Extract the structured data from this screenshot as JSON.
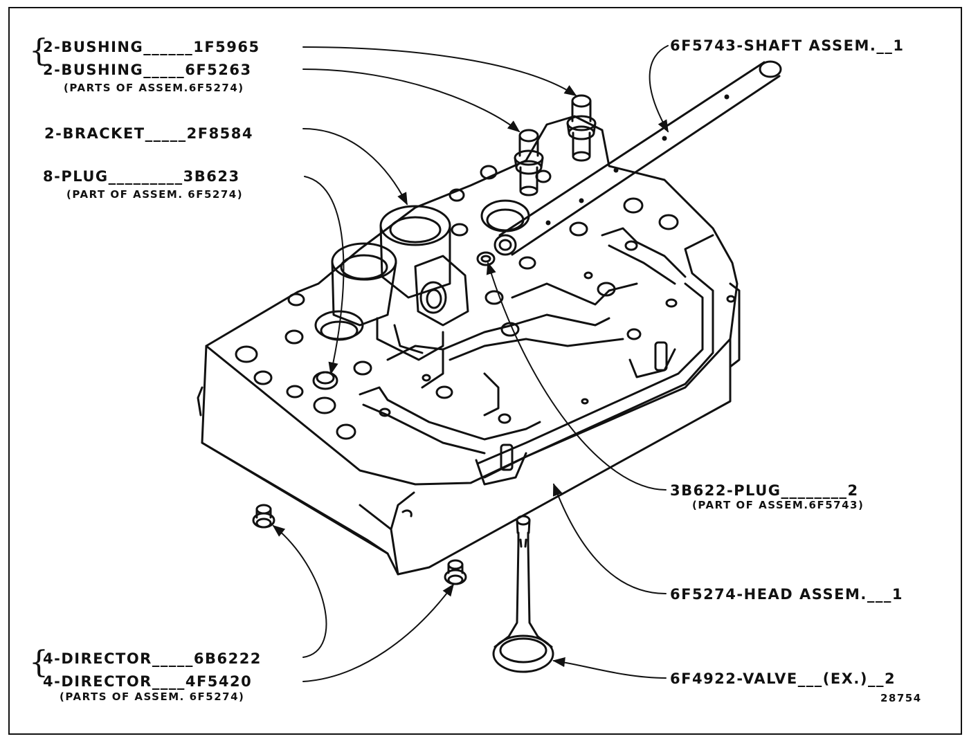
{
  "labels": {
    "bushing_1": "2-BUSHING______1F5965",
    "bushing_2": "2-BUSHING_____6F5263",
    "bushing_note": "(PARTS OF ASSEM.6F5274)",
    "bracket": "2-BRACKET_____2F8584",
    "plug_8": "8-PLUG_________3B623",
    "plug_8_note": "(PART OF ASSEM. 6F5274)",
    "shaft": "6F5743-SHAFT ASSEM.__1",
    "plug_3b622": "3B622-PLUG________2",
    "plug_3b622_note": "(PART OF ASSEM.6F5743)",
    "head": "6F5274-HEAD ASSEM.___1",
    "director_1": "4-DIRECTOR_____6B6222",
    "director_2": "4-DIRECTOR____4F5420",
    "director_note": "(PARTS OF ASSEM. 6F5274)",
    "valve": "6F4922-VALVE___(EX.)__2",
    "figure_number": "28754"
  },
  "colors": {
    "ink": "#111111",
    "paper": "#ffffff"
  },
  "icons": [
    "cylinder-head-drawing",
    "valve-drawing",
    "shaft-drawing"
  ]
}
